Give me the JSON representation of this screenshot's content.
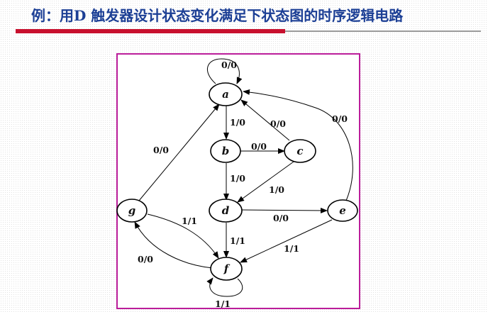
{
  "title": "例：用D 触发器设计状态变化满足下状态图的时序逻辑电路",
  "diagram": {
    "nodes": [
      {
        "id": "a",
        "label": "a"
      },
      {
        "id": "b",
        "label": "b"
      },
      {
        "id": "c",
        "label": "c"
      },
      {
        "id": "d",
        "label": "d"
      },
      {
        "id": "e",
        "label": "e"
      },
      {
        "id": "f",
        "label": "f"
      },
      {
        "id": "g",
        "label": "g"
      }
    ],
    "edges": [
      {
        "id": "a-a",
        "from": "a",
        "to": "a",
        "label": "0/0"
      },
      {
        "id": "a-b",
        "from": "a",
        "to": "b",
        "label": "1/0"
      },
      {
        "id": "c-a",
        "from": "c",
        "to": "a",
        "label": "0/0"
      },
      {
        "id": "e-a",
        "from": "e",
        "to": "a",
        "label": "0/0"
      },
      {
        "id": "g-a",
        "from": "g",
        "to": "a",
        "label": "0/0"
      },
      {
        "id": "b-c",
        "from": "b",
        "to": "c",
        "label": "0/0"
      },
      {
        "id": "b-d",
        "from": "b",
        "to": "d",
        "label": "1/0"
      },
      {
        "id": "c-d",
        "from": "c",
        "to": "d",
        "label": "1/0"
      },
      {
        "id": "d-e",
        "from": "d",
        "to": "e",
        "label": "0/0"
      },
      {
        "id": "d-f",
        "from": "d",
        "to": "f",
        "label": "1/1"
      },
      {
        "id": "e-f",
        "from": "e",
        "to": "f",
        "label": "1/1"
      },
      {
        "id": "g-f",
        "from": "g",
        "to": "f",
        "label": "1/1"
      },
      {
        "id": "f-g",
        "from": "f",
        "to": "g",
        "label": "0/0"
      },
      {
        "id": "f-f",
        "from": "f",
        "to": "f",
        "label": "1/1"
      }
    ]
  },
  "colors": {
    "title": "#1c3f95",
    "accent_rule": "#c8102e",
    "frame": "#bb1d9a"
  }
}
